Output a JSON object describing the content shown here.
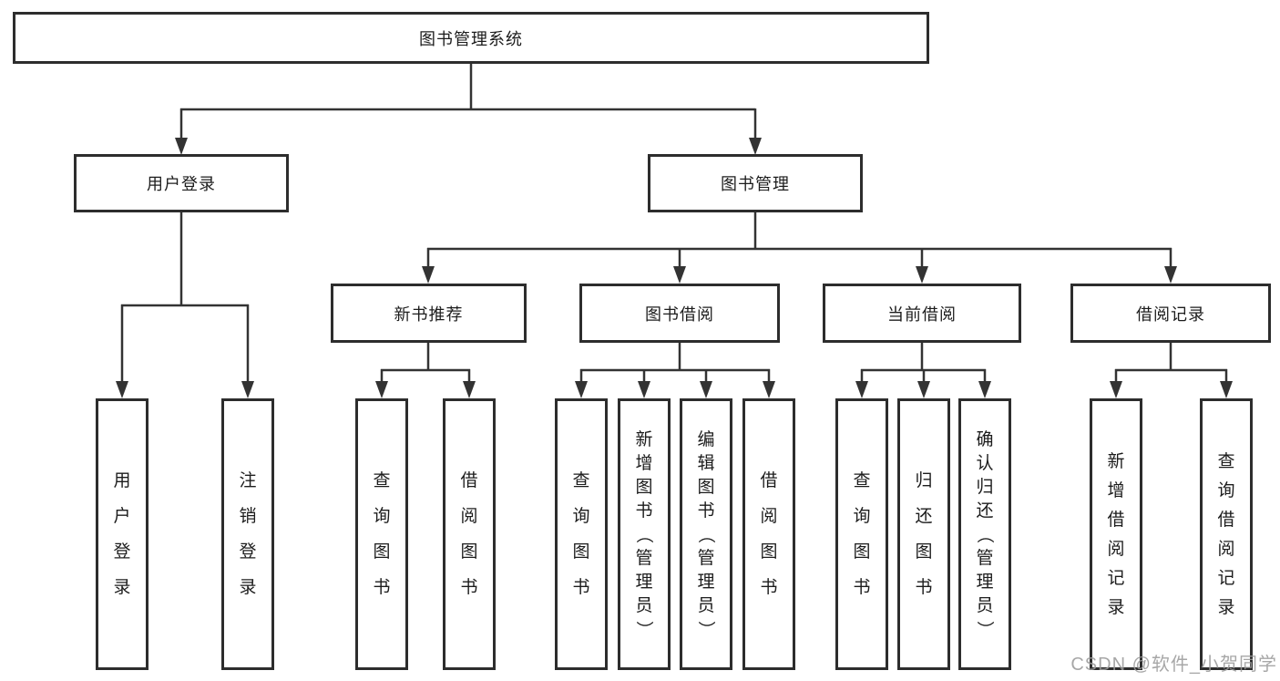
{
  "tree": {
    "root": {
      "label": "图书管理系统",
      "children": [
        {
          "label": "用户登录",
          "children": [
            {
              "label": "用户登录"
            },
            {
              "label": "注销登录"
            }
          ]
        },
        {
          "label": "图书管理",
          "children": [
            {
              "label": "新书推荐",
              "children": [
                {
                  "label": "查询图书"
                },
                {
                  "label": "借阅图书"
                }
              ]
            },
            {
              "label": "图书借阅",
              "children": [
                {
                  "label": "查询图书"
                },
                {
                  "label": "新增图书（管理员）"
                },
                {
                  "label": "编辑图书（管理员）"
                },
                {
                  "label": "借阅图书"
                }
              ]
            },
            {
              "label": "当前借阅",
              "children": [
                {
                  "label": "查询图书"
                },
                {
                  "label": "归还图书"
                },
                {
                  "label": "确认归还（管理员）"
                }
              ]
            },
            {
              "label": "借阅记录",
              "children": [
                {
                  "label": "新增借阅记录"
                },
                {
                  "label": "查询借阅记录"
                }
              ]
            }
          ]
        }
      ]
    }
  },
  "watermark": {
    "text": "CSDN @软件_小贺同学"
  },
  "colors": {
    "line": "#333333",
    "box_border": "#2d2d2d",
    "box_background": "#ffffff",
    "text": "#1c1c1c",
    "watermark": "#9b9b9b"
  }
}
